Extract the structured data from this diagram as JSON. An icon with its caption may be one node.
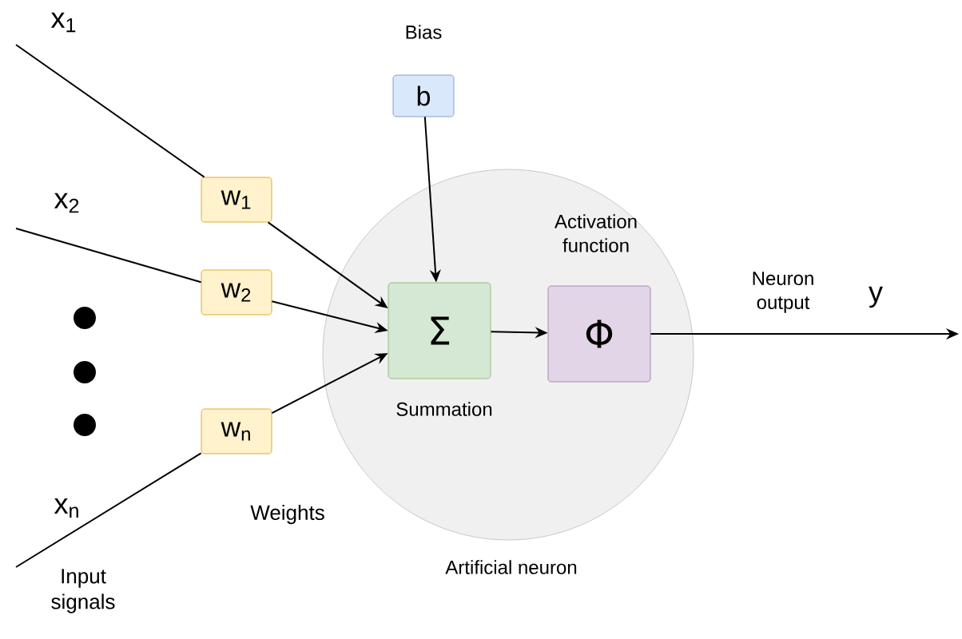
{
  "diagram": {
    "nodes": [
      {
        "text": [
          "Artificial neuron"
        ]
      },
      {
        "text": [
          "b"
        ],
        "beside": [
          "Bias"
        ]
      },
      {
        "text": [
          "w$_{1}$"
        ]
      },
      {
        "text": [
          "w$_{2}$"
        ]
      },
      {
        "text": [
          "w$_{n}$"
        ]
      },
      {
        "text": [
          "Σ"
        ],
        "beside": [
          "Summation"
        ],
        "in": 0
      },
      {
        "text": [
          "Φ"
        ],
        "beside": [
          "Activation function"
        ],
        "in": 0
      }
    ],
    "edges": [
      {
        "from": null,
        "to": 2,
        "arrow": "none"
      },
      {
        "from": null,
        "to": 3,
        "arrow": "none"
      },
      {
        "from": null,
        "to": 4,
        "arrow": "none"
      },
      {
        "from": 2,
        "to": 5,
        "arrow": "to"
      },
      {
        "from": 3,
        "to": 5,
        "arrow": "to"
      },
      {
        "from": 4,
        "to": 5,
        "arrow": "to"
      },
      {
        "from": 1,
        "to": 5,
        "arrow": "to"
      },
      {
        "from": 5,
        "to": 6,
        "arrow": "to"
      },
      {
        "from": 6,
        "to": null,
        "arrow": "to",
        "label": "Neuron output"
      }
    ],
    "labels": [
      "x$_{1}$",
      "x$_{2}$",
      "x$_{n}$",
      "Weights",
      "Input signals",
      "y"
    ]
  }
}
